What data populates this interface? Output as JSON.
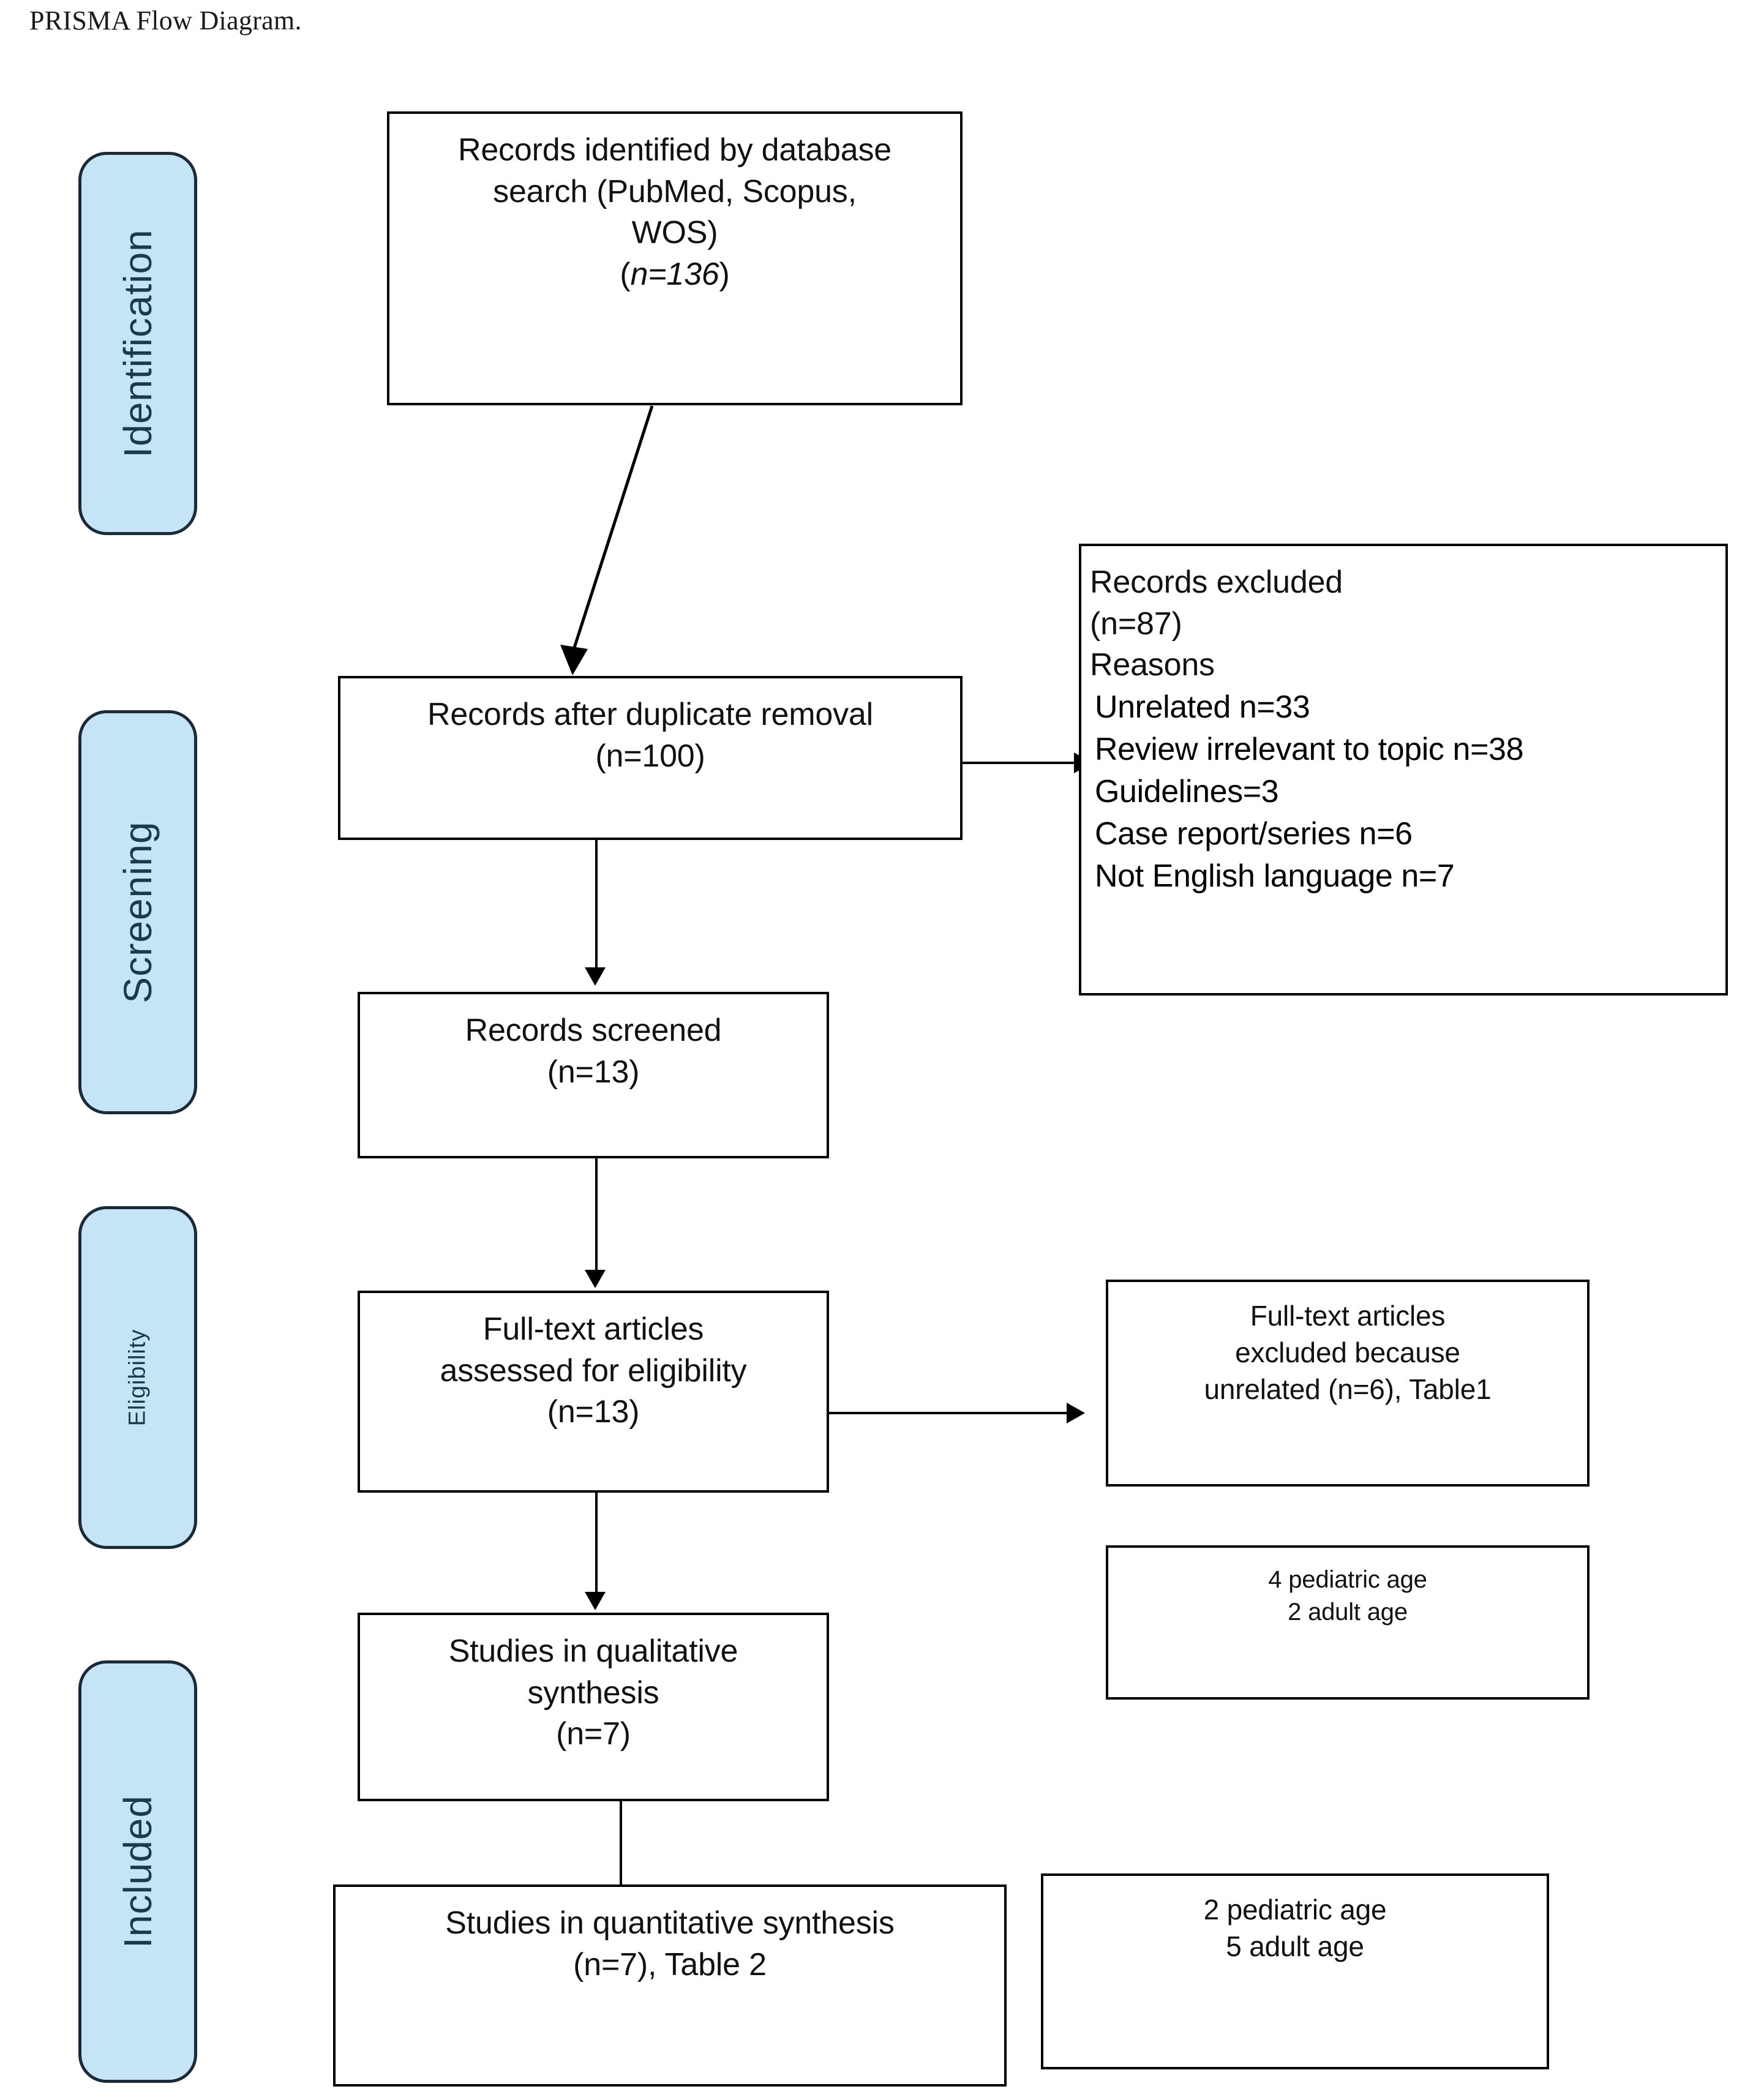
{
  "figure": {
    "caption": "PRISMA Flow Diagram."
  },
  "stages": [
    {
      "id": "identification",
      "label": "Identification"
    },
    {
      "id": "screening",
      "label": "Screening"
    },
    {
      "id": "eligibility",
      "label": "Eligibility"
    },
    {
      "id": "included",
      "label": "Included"
    }
  ],
  "boxes": {
    "records_identified": {
      "line1": "Records identified by database",
      "line2": "search (PubMed, Scopus,",
      "line3": "WOS)",
      "n_prefix": "(",
      "n_italic": "n=136",
      "n_suffix": ")"
    },
    "records_after_duplicates": {
      "line1": "Records after duplicate removal",
      "line2": "(n=100)"
    },
    "records_excluded": {
      "title": "Records excluded",
      "count": "(n=87)",
      "reasons_header": "Reasons",
      "reasons": [
        "Unrelated n=33",
        "Review irrelevant to topic n=38",
        "Guidelines=3",
        "Case report/series n=6",
        "Not English language n=7"
      ]
    },
    "records_screened": {
      "line1": "Records screened",
      "line2": "(n=13)"
    },
    "fulltext_assessed": {
      "line1": "Full-text articles",
      "line2": "assessed for eligibility",
      "line3": "(n=13)"
    },
    "fulltext_excluded": {
      "line1": "Full-text articles",
      "line2": "excluded because",
      "line3": "unrelated (n=6), Table1"
    },
    "excluded_ages": {
      "line1": "4 pediatric age",
      "line2": "2 adult age"
    },
    "qualitative_synthesis": {
      "line1": "Studies in qualitative",
      "line2": "synthesis",
      "line3": "(n=7)"
    },
    "quantitative_synthesis": {
      "line1": "Studies in quantitative synthesis",
      "line2": "(n=7), Table 2"
    },
    "included_ages": {
      "line1": "2 pediatric age",
      "line2": "5 adult age"
    }
  },
  "colors": {
    "stage_fill": "#c5e5f7",
    "stage_border": "#1b2a36",
    "stage_text": "#1c3b4a",
    "box_border": "#000000",
    "box_fill": "#ffffff",
    "connector": "#000000"
  }
}
